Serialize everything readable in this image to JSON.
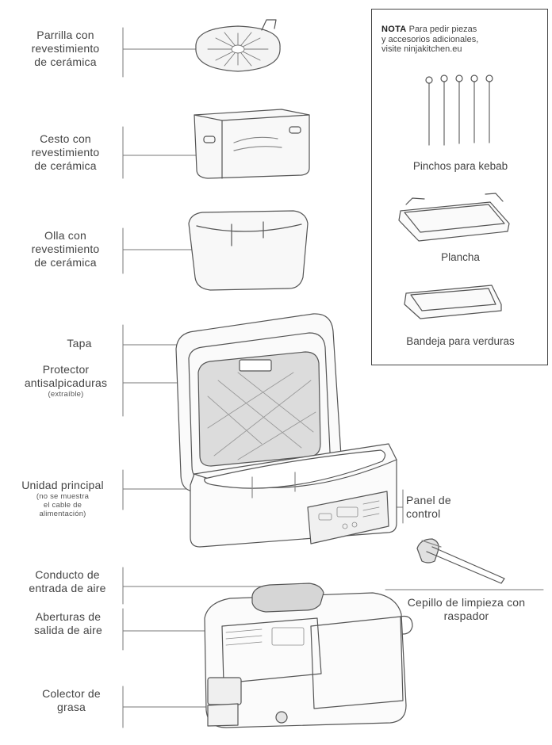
{
  "labels": {
    "rack": [
      "Parrilla con",
      "revestimiento",
      "de cerámica"
    ],
    "basket": [
      "Cesto con",
      "revestimiento",
      "de cerámica"
    ],
    "pot": [
      "Olla con",
      "revestimiento",
      "de cerámica"
    ],
    "lid": "Tapa",
    "splatter": {
      "lines": [
        "Protector",
        "antisalpicaduras"
      ],
      "note": "(extraíble)"
    },
    "main_unit": {
      "lines": [
        "Unidad principal"
      ],
      "note": [
        "(no se muestra",
        "el cable de",
        "alimentación)"
      ]
    },
    "control_panel": [
      "Panel de",
      "control"
    ],
    "air_intake": [
      "Conducto de",
      "entrada de aire"
    ],
    "air_outlet": [
      "Aberturas de",
      "salida de aire"
    ],
    "grease": [
      "Colector de",
      "grasa"
    ],
    "brush": [
      "Cepillo de limpieza con",
      "raspador"
    ]
  },
  "note": {
    "heading": "NOTA",
    "text_line1": " Para pedir piezas",
    "text_line2": "y accesorios adicionales,",
    "text_line3": "visite ninjakitchen.eu"
  },
  "accessories": {
    "skewers": "Pinchos para kebab",
    "griddle": "Plancha",
    "veg_tray": "Bandeja para verduras"
  },
  "colors": {
    "line": "#555555",
    "fill_gray": "#d9d9d9",
    "fill_light": "#efefef"
  }
}
